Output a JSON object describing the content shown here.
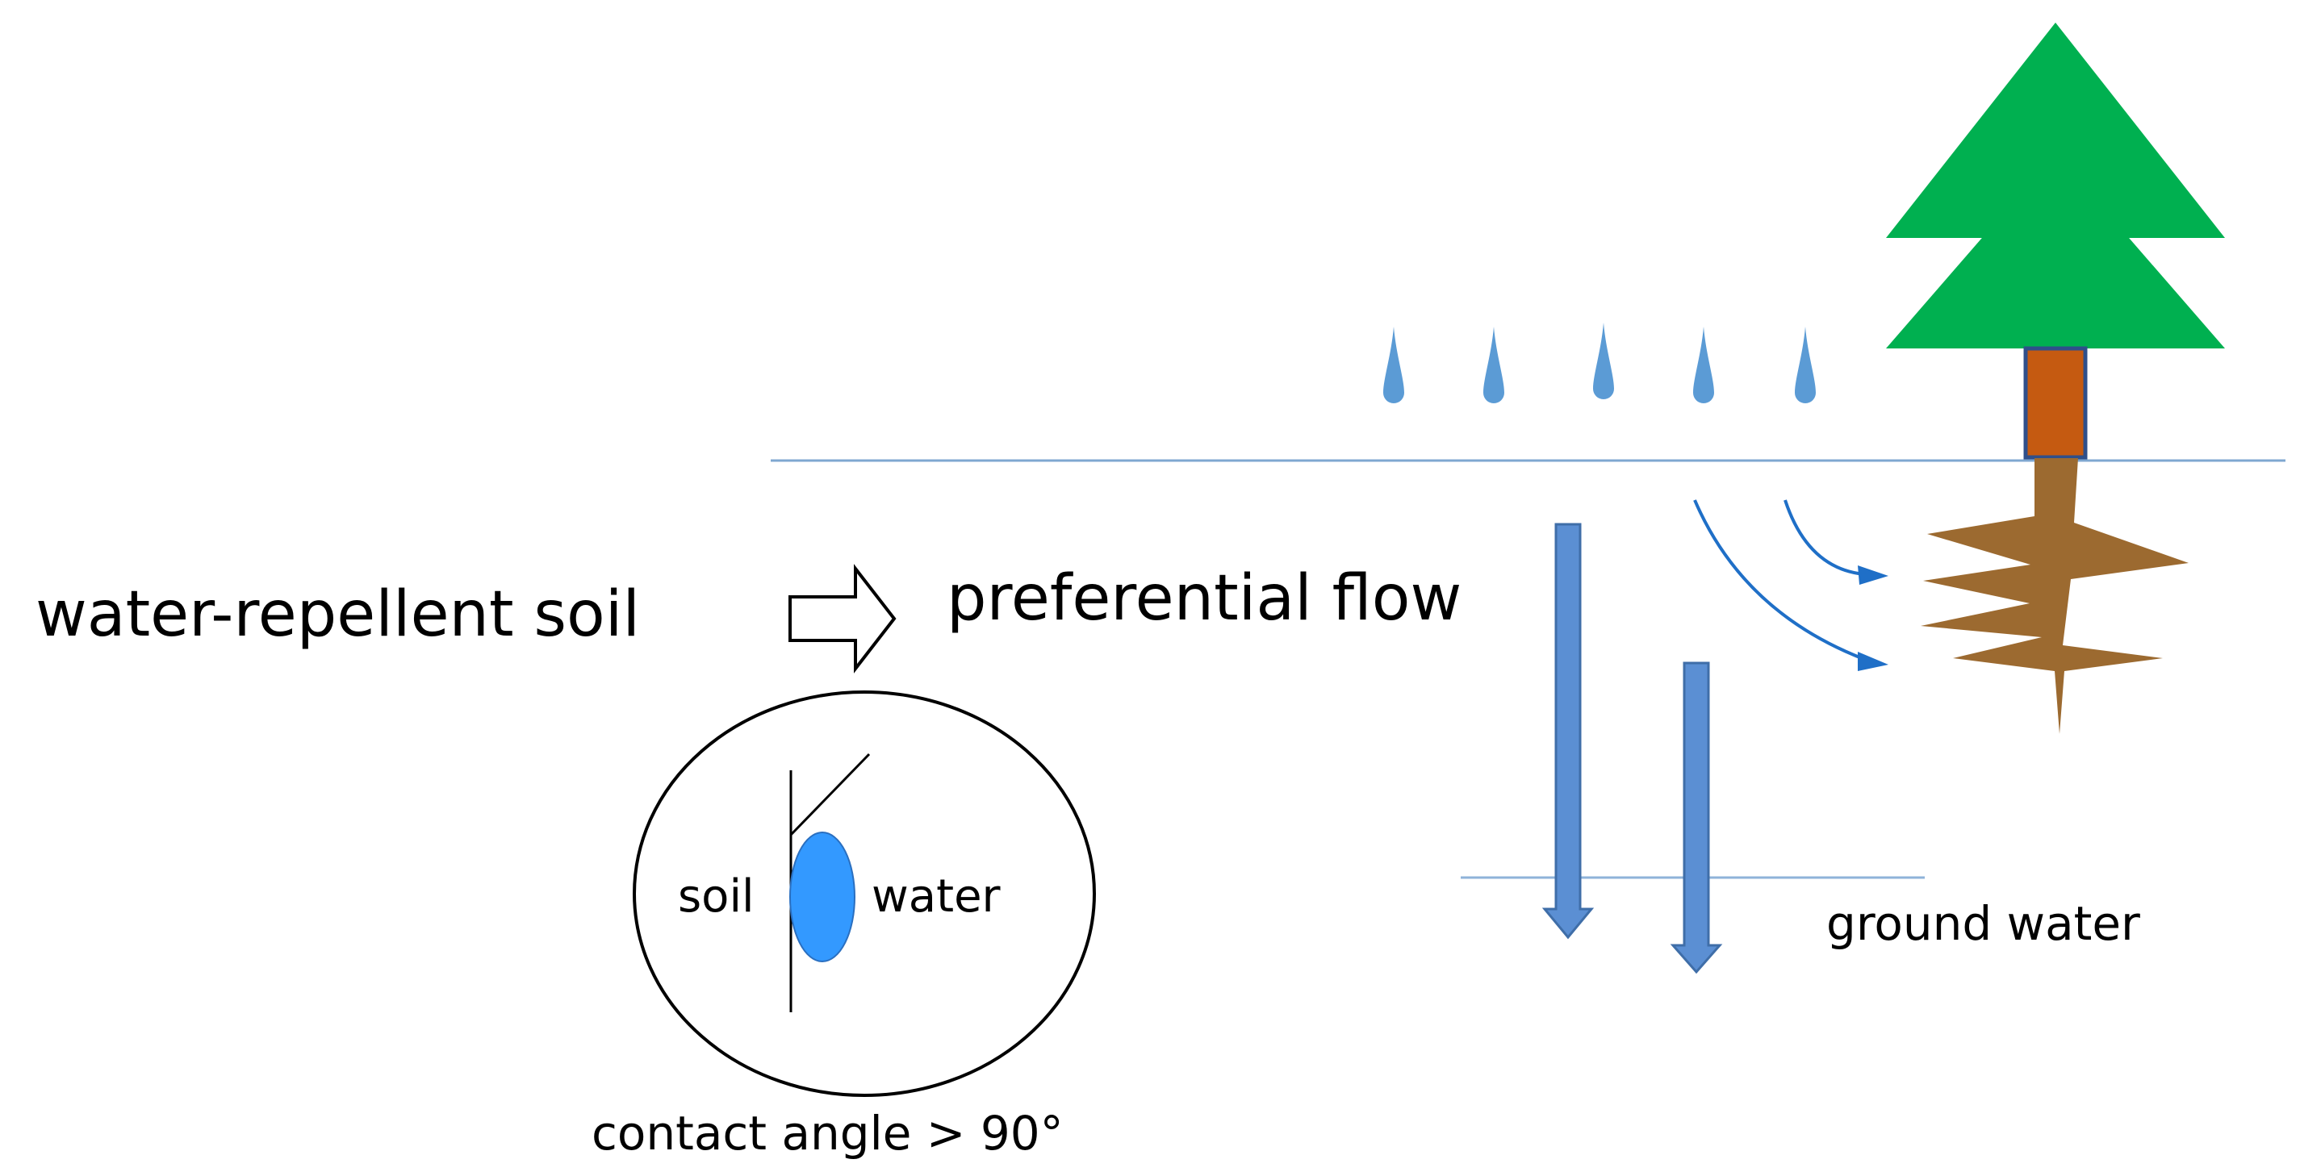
{
  "labels": {
    "cause": "water-repellent soil",
    "effect": "preferential flow",
    "inset_left": "soil",
    "inset_right": "water",
    "contact_angle": "contact angle > 90°",
    "ground_water": "ground water"
  },
  "colors": {
    "water_drop": "#5b9bd5",
    "flow_arrow": "#5b8fd3",
    "flow_arrow_edge": "#3f6ea8",
    "lateral_flow": "#1f6fc7",
    "surface_line": "#7fa7d0",
    "canopy": "#00b050",
    "trunk": "#c55a11",
    "roots": "#9c6a30",
    "inset_droplet": "#3399ff"
  },
  "raindrop_count": 5
}
